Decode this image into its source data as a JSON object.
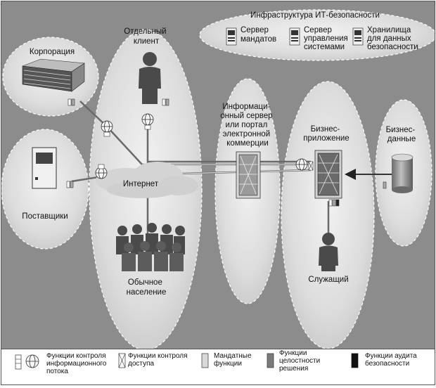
{
  "zones": {
    "infrastructure_title": "Инфраструктура ИТ-безопасности",
    "corporation": "Корпорация",
    "client": [
      "Отдельный",
      "клиент"
    ],
    "suppliers": "Поставщики",
    "internet": "Интернет",
    "public": [
      "Обычное",
      "население"
    ],
    "info_server": [
      "Информаци-",
      "онный сервер",
      "или портал",
      "электронной",
      "коммерции"
    ],
    "business_app": [
      "Бизнес-",
      "приложение"
    ],
    "business_data": [
      "Бизнес-",
      "данные"
    ],
    "employee": "Служащий"
  },
  "infrastructure": {
    "credentials_server": [
      "Сервер",
      "мандатов"
    ],
    "management_server": [
      "Сервер",
      "управления",
      "системами"
    ],
    "security_storage": [
      "Хранилища",
      "для данных",
      "безопасности"
    ]
  },
  "legend": {
    "flow_control": [
      "Функции контроля",
      "информационного",
      "потока"
    ],
    "access_control": [
      "Функции контроля",
      "доступа"
    ],
    "credential_functions": [
      "Мандатные",
      "функции"
    ],
    "integrity_functions": [
      "Функции",
      "целостности",
      "решения"
    ],
    "audit_functions": [
      "Функции аудита",
      "безопасности"
    ]
  }
}
